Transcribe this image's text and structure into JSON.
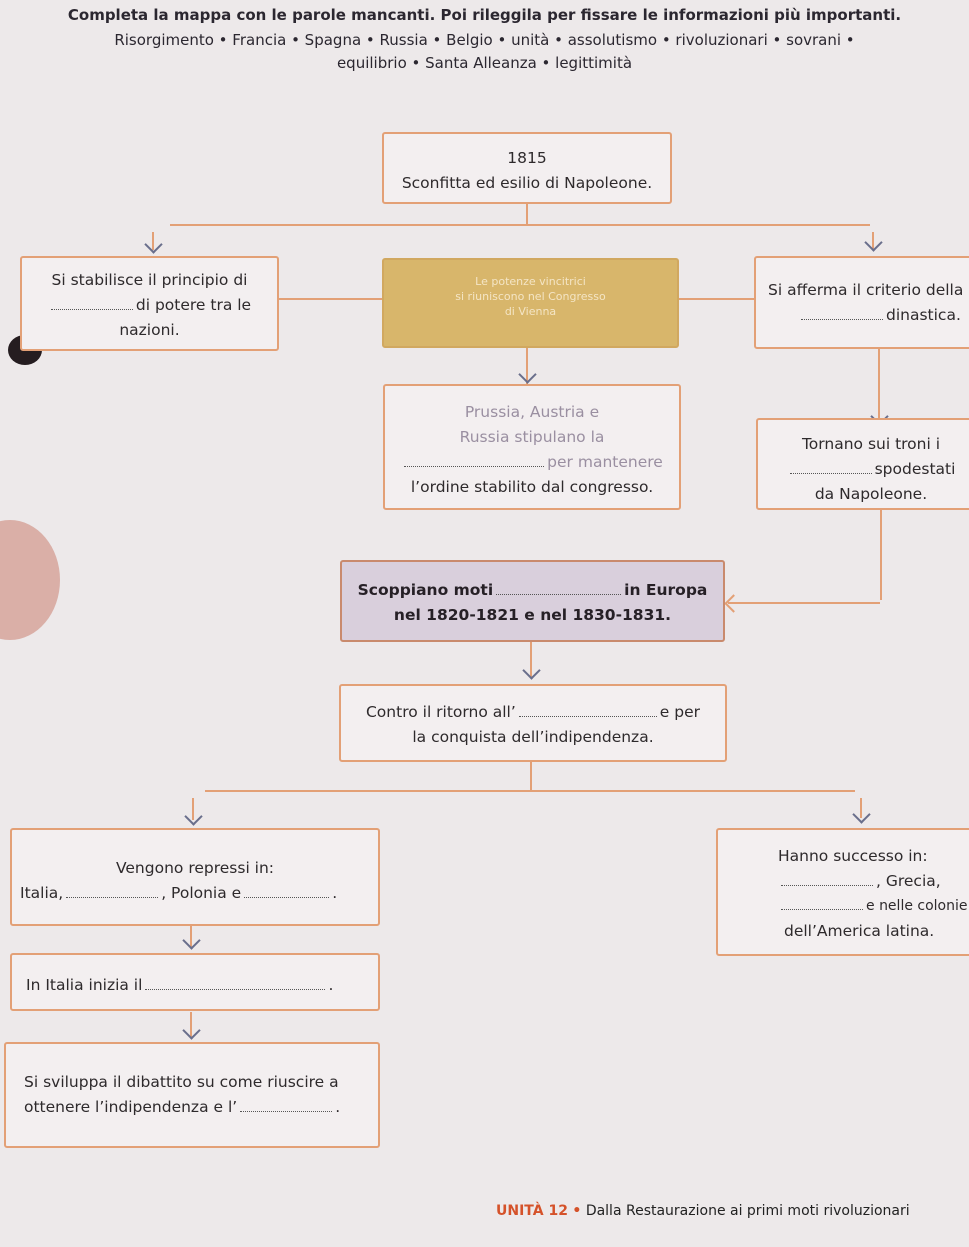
{
  "instructions": {
    "line1": "Completa la mappa con le parole mancanti. Poi rileggila per fissare le informazioni più importanti.",
    "line2": "Risorgimento • Francia • Spagna • Russia • Belgio • unità • assolutismo • rivoluzionari • sovrani •",
    "line3": "equilibrio • Santa Alleanza • legittimità"
  },
  "map": {
    "top": {
      "year": "1815",
      "text": "Sconfitta ed esilio di Napoleone."
    },
    "left": {
      "line1": "Si stabilisce il principio di",
      "line2": "di potere tra le",
      "line3": "nazioni."
    },
    "center": {
      "line1": "Le potenze vincitrici",
      "line2": "si riuniscono nel Congresso",
      "line3": "di Vienna"
    },
    "right": {
      "line1": "Si afferma il criterio della",
      "line2": "dinastica."
    },
    "prussia": {
      "line1": "Prussia, Austria e",
      "line2": "Russia stipulano la",
      "line3": "per mantenere",
      "line4": "l’ordine stabilito dal congresso."
    },
    "troni": {
      "line1": "Tornano sui troni i",
      "line2": "spodestati",
      "line3": "da Napoleone."
    },
    "moti": {
      "line1a": "Scoppiano moti",
      "line1b": "in Europa",
      "line2": "nel 1820-1821 e nel 1830-1831."
    },
    "contro": {
      "line1a": "Contro il ritorno all’",
      "line1b": "e per",
      "line2": "la conquista dell’indipendenza."
    },
    "repressi": {
      "line1": "Vengono repressi in:",
      "line2a": "Italia,",
      "line2b": ", Polonia e",
      "line2c": "."
    },
    "successo": {
      "line1": "Hanno successo in:",
      "line2": ", Grecia,",
      "line3": "e nelle colonie",
      "line4": "dell’America latina."
    },
    "italia": {
      "line1a": "In Italia inizia il",
      "line1b": "."
    },
    "dibattito": {
      "line1": "Si sviluppa il dibattito su come riuscire a",
      "line2a": "ottenere l’indipendenza e l’",
      "line2b": "."
    }
  },
  "footer": {
    "unit": "UNITÀ 12",
    "sep": "•",
    "title": "Dalla Restaurazione ai primi moti rivoluzionari"
  }
}
